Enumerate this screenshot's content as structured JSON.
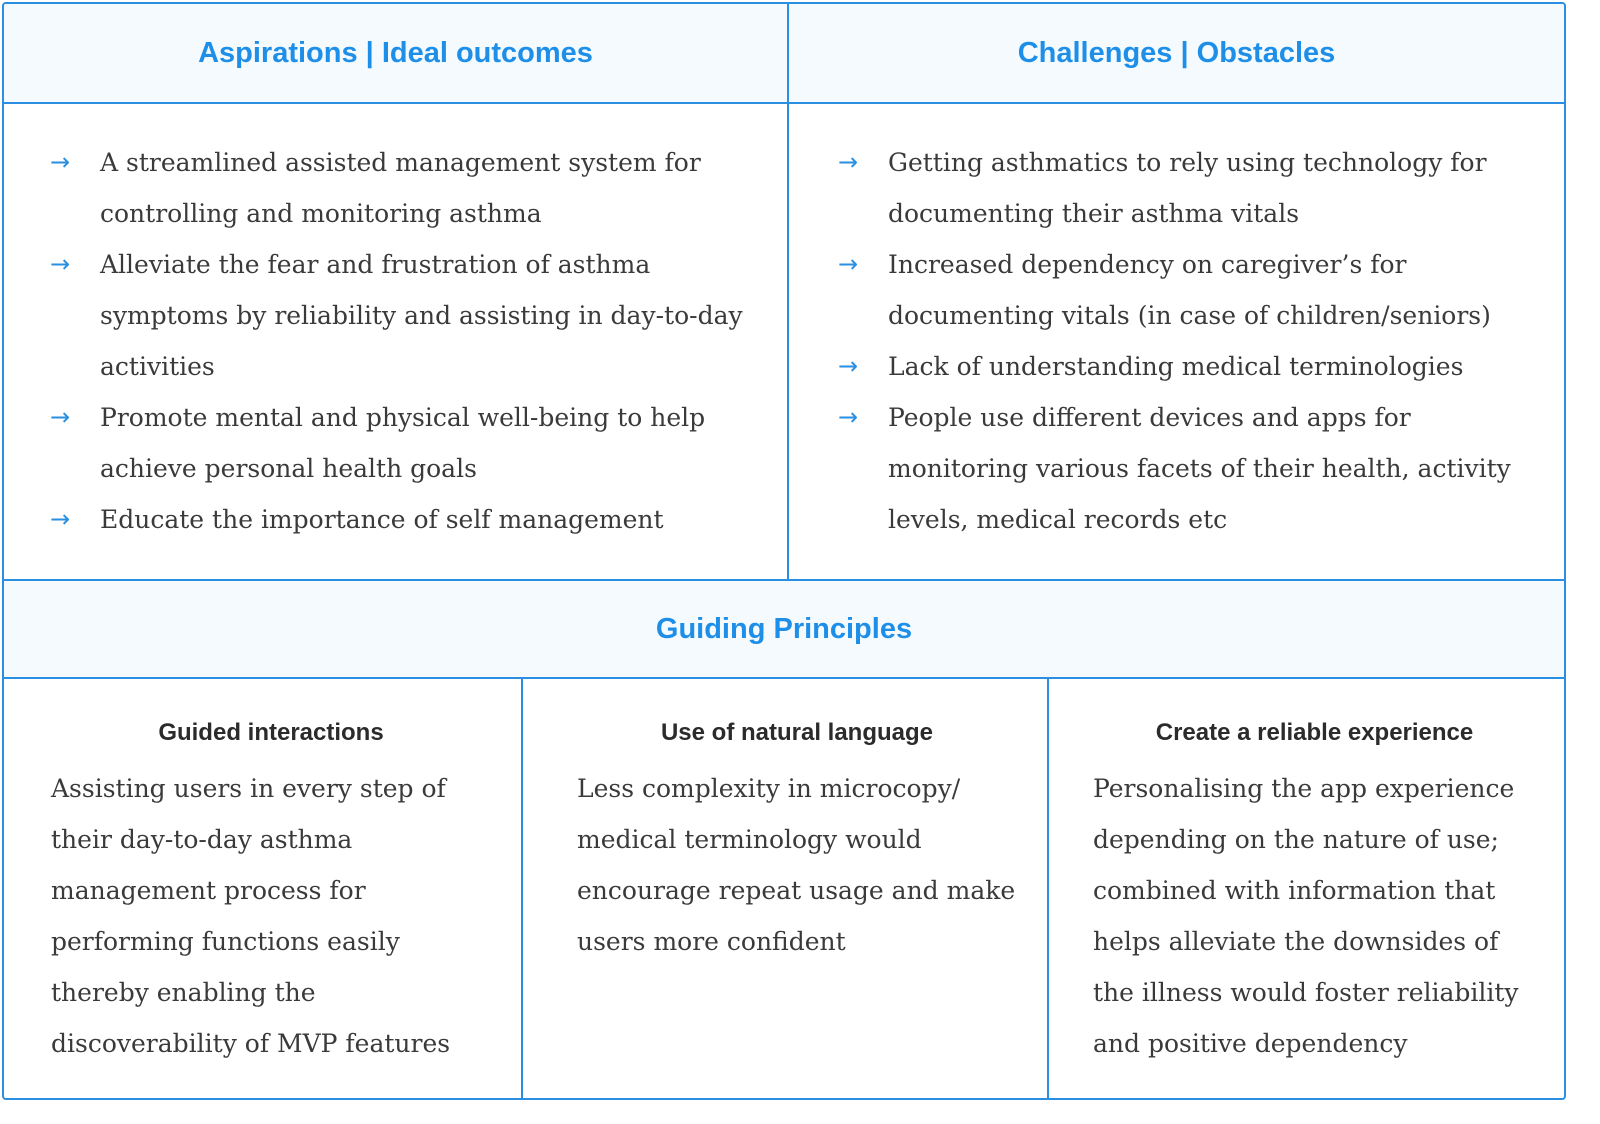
{
  "aspirations": {
    "title": "Aspirations | Ideal outcomes",
    "items": [
      "A streamlined assisted management system for controlling and  monitoring asthma",
      "Alleviate the fear and frustration of asthma symptoms by reliability and assisting in day-to-day activities",
      "Promote mental and physical well-being to help achieve personal health goals",
      "Educate the importance of self management"
    ]
  },
  "challenges": {
    "title": "Challenges | Obstacles",
    "items": [
      "Getting asthmatics to rely using technology for documenting their asthma vitals",
      "Increased dependency on caregiver’s for documenting vitals (in case of children/seniors)",
      "Lack of understanding medical terminologies",
      "People use different devices and apps for monitoring various facets of their health, activity levels, medical records etc"
    ]
  },
  "guiding_principles": {
    "title": "Guiding Principles",
    "principles": [
      {
        "title": "Guided interactions",
        "body": "Assisting users in every step of their day-to-day asthma management process for performing functions easily thereby enabling the discoverability of MVP features"
      },
      {
        "title": "Use of natural language",
        "body": "Less complexity in microcopy/ medical terminology would encourage repeat usage and make users more confident"
      },
      {
        "title": "Create a reliable experience",
        "body": "Personalising the app experience depending on the nature of use; combined with information that helps alleviate the downsides of the illness would foster reliability and positive dependency"
      }
    ]
  },
  "icons": {
    "bullet": "arrow-right-icon",
    "bullet_glyph": "→"
  },
  "colors": {
    "accent": "#1e8fe8",
    "border": "#2a8fe0",
    "header_bg": "#f5fafe",
    "body_text": "#3a3a3a"
  }
}
